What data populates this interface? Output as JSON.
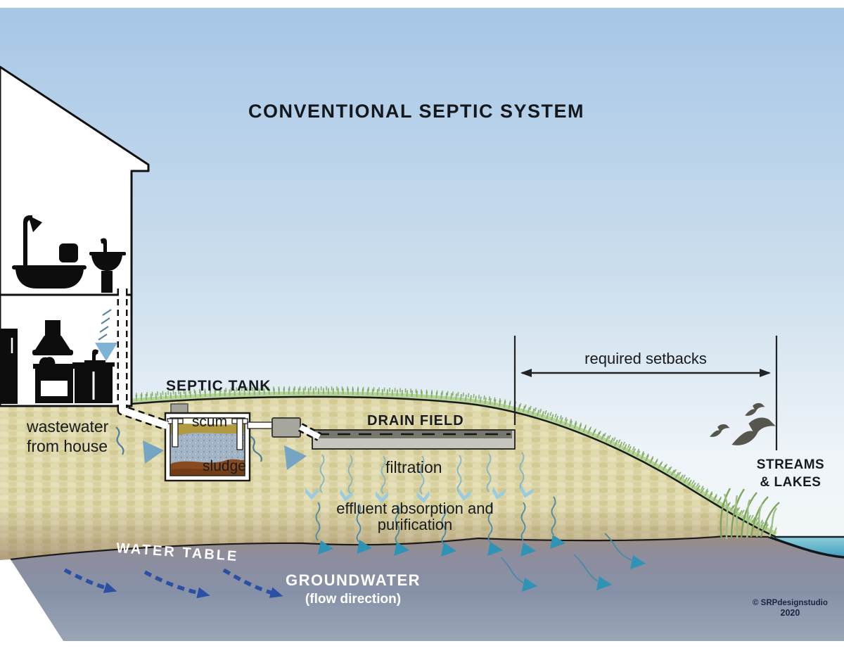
{
  "title": "CONVENTIONAL SEPTIC SYSTEM",
  "labels": {
    "septic_tank": "SEPTIC TANK",
    "scum": "scum",
    "sludge": "sludge",
    "wastewater_line1": "wastewater",
    "wastewater_line2": "from house",
    "drain_field": "DRAIN FIELD",
    "filtration": "filtration",
    "effluent_line1": "effluent absorption and",
    "effluent_line2": "purification",
    "required_setbacks": "required setbacks",
    "streams_line1": "STREAMS",
    "streams_line2": "& LAKES",
    "water_table": "WATER TABLE",
    "groundwater": "GROUNDWATER",
    "flow_direction": "(flow direction)",
    "credit_line1": "© SRPdesignstudio",
    "credit_line2": "2020"
  },
  "icons": {
    "house-icon": "white gabled house outline",
    "shower-icon": "black shower and bathtub silhouette",
    "sink-icon": "black pedestal sink silhouette",
    "kitchen-icon": "black fridge, stove, hood and counter silhouettes",
    "bird-icon": "three dark flying bird silhouettes",
    "grass-icon": "green grass tufts",
    "flow-arrow-icon": "blue flow arrows"
  },
  "colors": {
    "sky_top": "#a6c6e6",
    "sky_horizon": "#f5f8fa",
    "soil": "#ddd7ab",
    "grass": "#8fb66d",
    "scum": "#b19a42",
    "effluent": "#a2b4c6",
    "sludge": "#8a4a20",
    "groundwater": "#8691a8",
    "lake": "#4f9fbd",
    "arrow_light_blue": "#9bcbdf",
    "arrow_teal": "#2e93b5",
    "arrow_navy": "#2b4fa2",
    "outline": "#1a1a1a"
  }
}
